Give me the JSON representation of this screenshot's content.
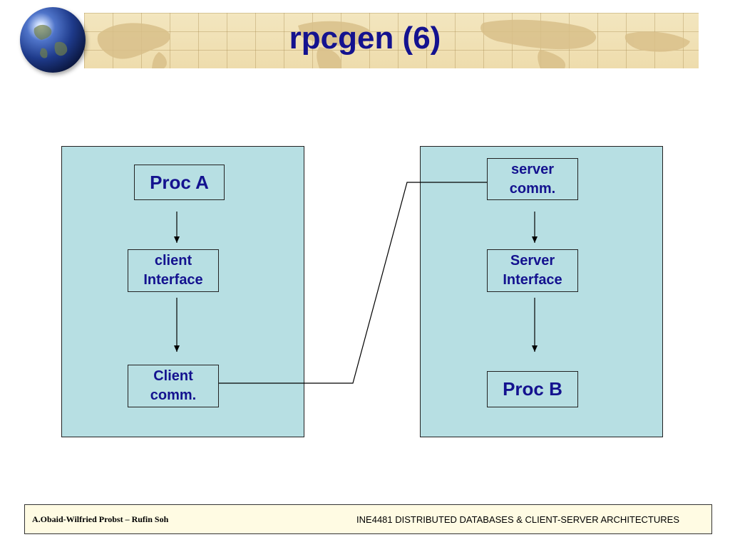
{
  "slide": {
    "title": "rpcgen (6)"
  },
  "diagram": {
    "client": {
      "proc": "Proc A",
      "interface": "client\nInterface",
      "comm": "Client\ncomm."
    },
    "server": {
      "comm": "server\ncomm.",
      "interface": "Server\nInterface",
      "proc": "Proc B"
    }
  },
  "footer": {
    "authors": "A.Obaid-Wilfried Probst – Rufin Soh",
    "course": "INE4481 DISTRIBUTED DATABASES & CLIENT-SERVER ARCHITECTURES"
  },
  "colors": {
    "title": "#14128f",
    "panel_fill": "#b7dfe3",
    "banner": "#eedcac",
    "footer_bg": "#fffbe3"
  }
}
